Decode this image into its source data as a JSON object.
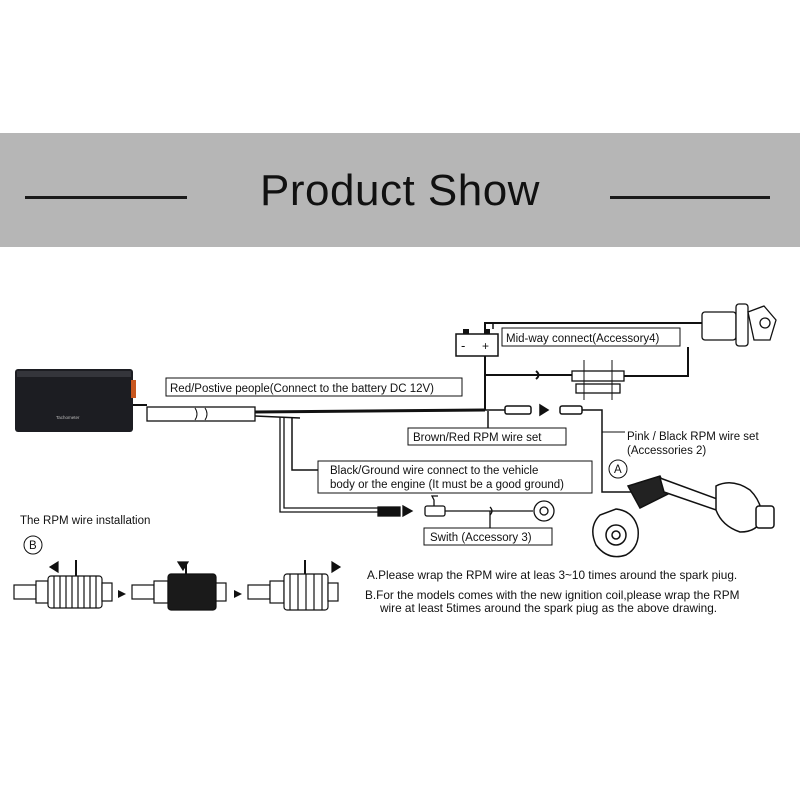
{
  "banner": {
    "title": "Product Show"
  },
  "device": {
    "brand_label": "Tachometer"
  },
  "labels": {
    "midway": "Mid-way connect(Accessory4)",
    "red_wire": "Red/Postive people(Connect to the battery DC 12V)",
    "brown_red": "Brown/Red RPM wire set",
    "pink_black_1": "Pink / Black RPM wire set",
    "pink_black_2": "(Accessories 2)",
    "black_ground_1": "Black/Ground wire connect to the vehicle",
    "black_ground_2": "body or the engine (It must be a good ground)",
    "switch": "Swith (Accessory 3)",
    "marker_a": "A",
    "marker_b": "B",
    "battery_minus": "-",
    "battery_plus": "+"
  },
  "rpm_install": {
    "title": "The RPM wire installation"
  },
  "notes": {
    "a": "A.Please wrap the RPM wire at leas 3~10 times around the spark piug.",
    "b_line1": "B.For the models comes with the new ignition coil,please wrap the RPM",
    "b_line2": "wire at least 5times around the spark piug as the above drawing."
  }
}
